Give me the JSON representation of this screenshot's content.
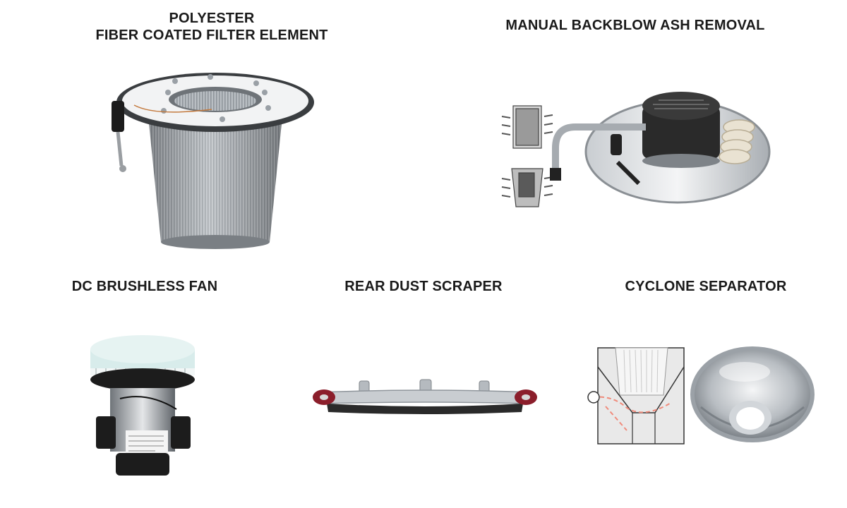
{
  "features": [
    {
      "id": "filter",
      "title_lines": [
        "POLYESTER",
        "FIBER COATED FILTER ELEMENT"
      ]
    },
    {
      "id": "backblow",
      "title_lines": [
        "MANUAL BACKBLOW ASH REMOVAL"
      ]
    },
    {
      "id": "fan",
      "title_lines": [
        "DC BRUSHLESS FAN"
      ]
    },
    {
      "id": "scraper",
      "title_lines": [
        "REAR DUST SCRAPER"
      ]
    },
    {
      "id": "cyclone",
      "title_lines": [
        "CYCLONE SEPARATOR"
      ]
    }
  ],
  "colors": {
    "text": "#1a1a1a",
    "metal_light": "#d6d9dc",
    "metal_dark": "#8a8f94",
    "black": "#1c1c1c",
    "fan_cap": "#d8eceb",
    "wheel_red": "#8b1e2b",
    "cyclone_dash": "#f08a7a"
  }
}
